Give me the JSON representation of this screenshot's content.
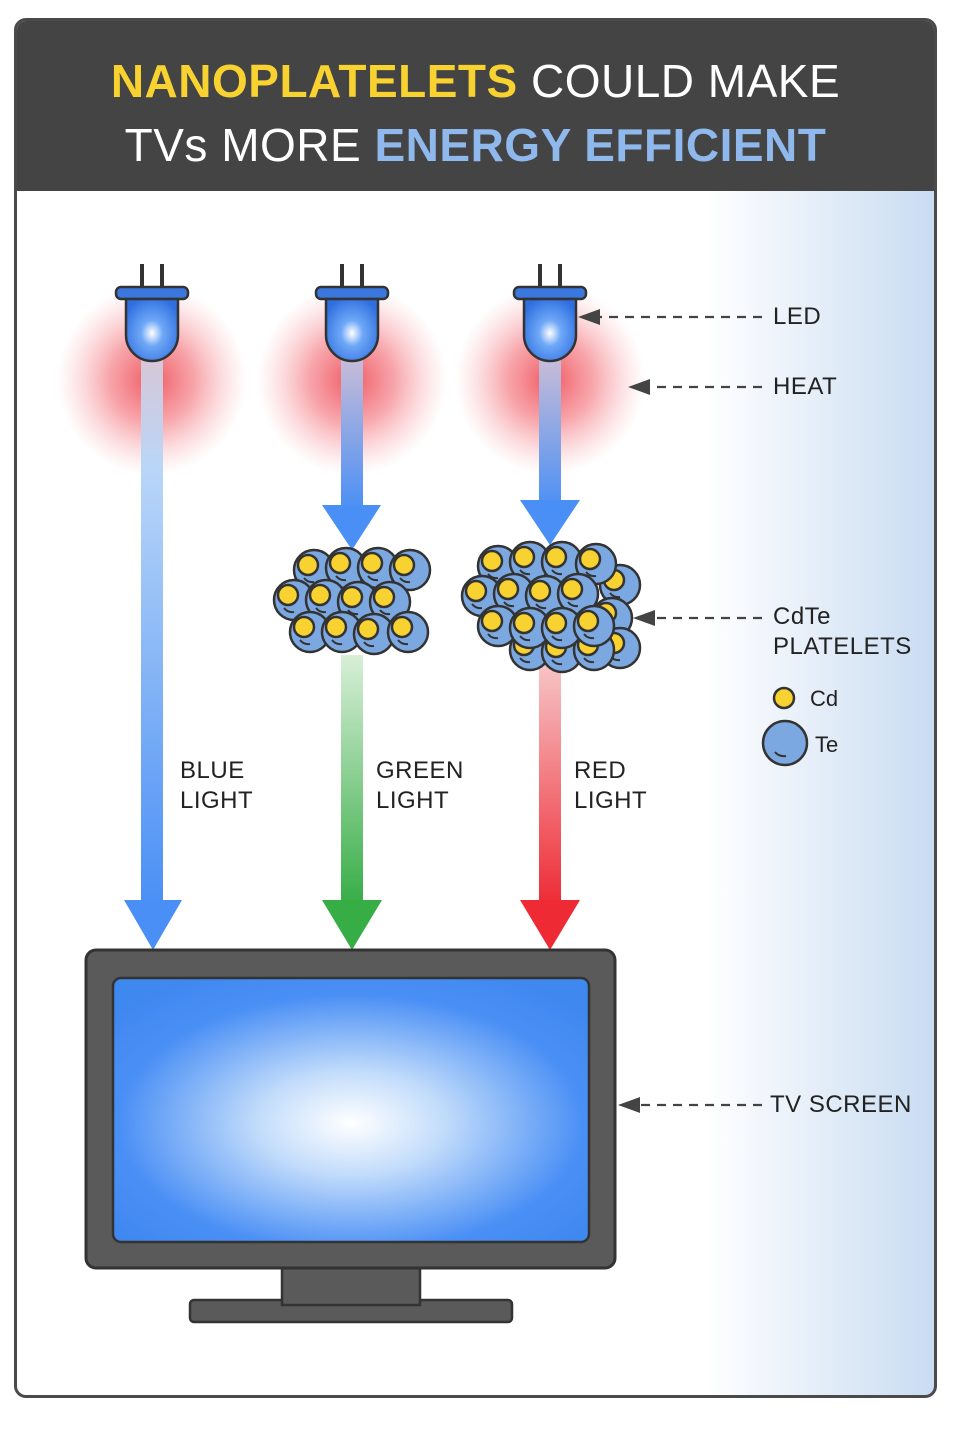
{
  "title": {
    "line1_highlight": "NANOPLATELETS",
    "line1_rest": " COULD MAKE",
    "line2_start": "TVs MORE ",
    "line2_highlight": "ENERGY EFFICIENT"
  },
  "beams": [
    {
      "line1": "BLUE",
      "line2": "LIGHT"
    },
    {
      "line1": "GREEN",
      "line2": "LIGHT"
    },
    {
      "line1": "RED",
      "line2": "LIGHT"
    }
  ],
  "callouts": {
    "led": "LED",
    "heat": "HEAT",
    "platelets_line1": "CdTe",
    "platelets_line2": "PLATELETS",
    "tv_screen": "TV SCREEN"
  },
  "legend": {
    "cd": "Cd",
    "te": "Te"
  },
  "colors": {
    "yellow_highlight": "#f7d230",
    "blue_highlight": "#8fb8ec",
    "blue_light": "#4a8ff5",
    "green_light": "#3cb04a",
    "red_light": "#ee2b35",
    "heat": "#f0505a",
    "tv_frame": "#5a5a5a"
  },
  "icons": [
    "led-bulb-icon",
    "plug-prongs-icon",
    "cd-atom-icon",
    "te-atom-icon"
  ]
}
